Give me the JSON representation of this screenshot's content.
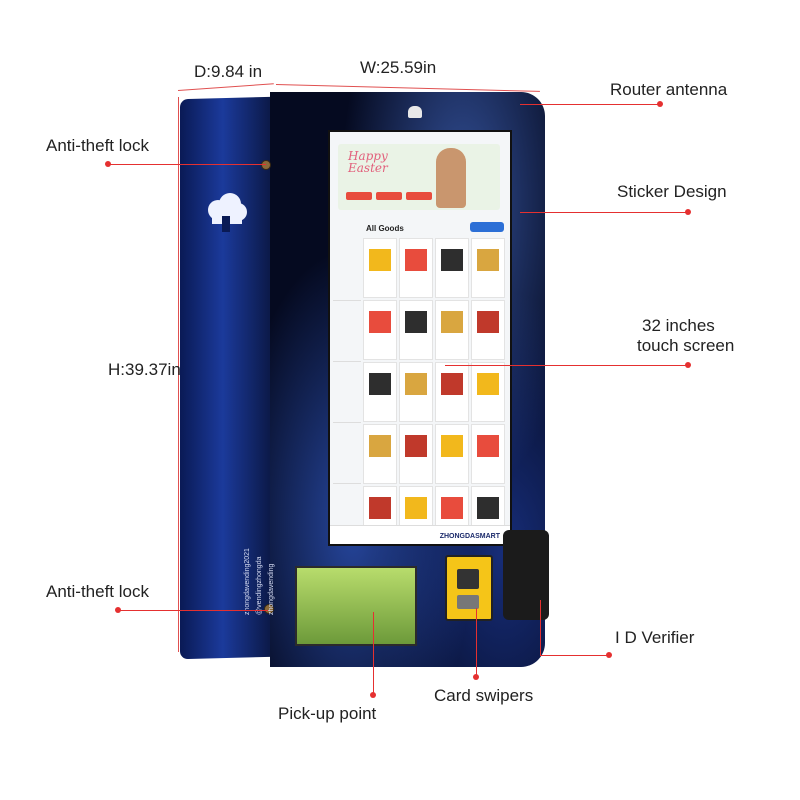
{
  "dimensions": {
    "depth": "D:9.84 in",
    "width": "W:25.59in",
    "height": "H:39.37in"
  },
  "callouts": {
    "router_antenna": "Router antenna",
    "anti_theft_lock_top": "Anti-theft lock",
    "sticker_design": "Sticker Design",
    "touch_screen_line1": "32 inches",
    "touch_screen_line2": "touch screen",
    "anti_theft_lock_bottom": "Anti-theft lock",
    "id_verifier": "I D Verifier",
    "card_swipers": "Card swipers",
    "pickup_point": "Pick-up point"
  },
  "screen": {
    "banner_title_line1": "Happy",
    "banner_title_line2": "Easter",
    "section_title": "All Goods",
    "brand": "ZHONGDASMART"
  },
  "side_text": {
    "line1": "zhongdavending2021",
    "line2": "@vendingzhongda",
    "line3": "zhongdavending"
  },
  "colors": {
    "leader": "#e53030",
    "cabinet_blue": "#1b3a9b"
  }
}
